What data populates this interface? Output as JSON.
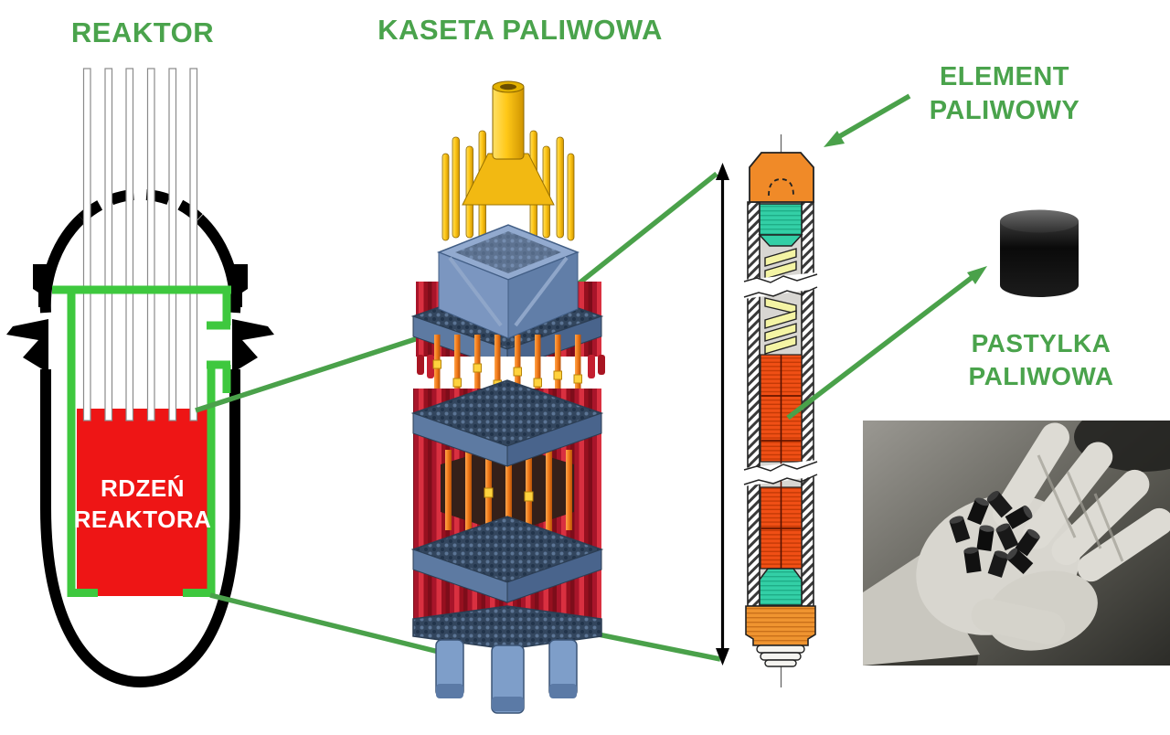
{
  "diagram": {
    "labels": {
      "reactor": "REAKTOR",
      "assembly": "KASETA PALIWOWA",
      "element_line1": "ELEMENT",
      "element_line2": "PALIWOWY",
      "pellet_line1": "PASTYLKA",
      "pellet_line2": "PALIWOWA",
      "core_line1": "RDZEŃ",
      "core_line2": "REAKTORA"
    },
    "colors": {
      "label_green": "#4aa34c",
      "line_green": "#4aa14a",
      "lining_green": "#3ec83e",
      "core_red": "#ee1515",
      "vessel_black": "#000000",
      "pellet_orange": "#f04f15",
      "cap_orange": "#f08a28",
      "plug_orange": "#ef9430",
      "teal": "#33cfa6",
      "spring_yellow": "#f4f4a4",
      "rod_crimson": "#c41f30",
      "inner_rod_orange": "#f07818",
      "grid_blue": "#6584ab",
      "nozzle_gold": "#ffc818",
      "pellet_black": "#111111"
    }
  }
}
